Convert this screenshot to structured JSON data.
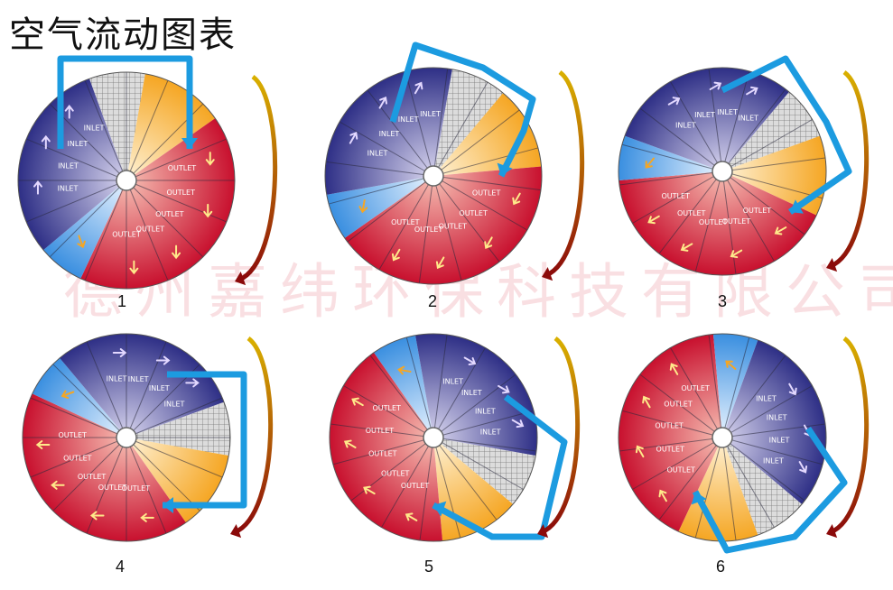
{
  "title": "空气流动图表",
  "watermark": "德州嘉纬环保科技有限公司",
  "labels": {
    "inlet": "INLET",
    "outlet": "OUTLET"
  },
  "steps": [
    "1",
    "2",
    "3",
    "4",
    "5",
    "6"
  ],
  "colors": {
    "inlet_dark": "#2e2f86",
    "inlet_light": "#d9d6ef",
    "outlet_dark": "#c8102e",
    "outlet_light": "#f7c0b4",
    "purge_blue": "#3a8fe0",
    "heater_orange": "#f5a623",
    "duct_blue": "#1c9be0",
    "rotation_gold": "#d9b000",
    "rotation_red": "#8b0a0a"
  }
}
